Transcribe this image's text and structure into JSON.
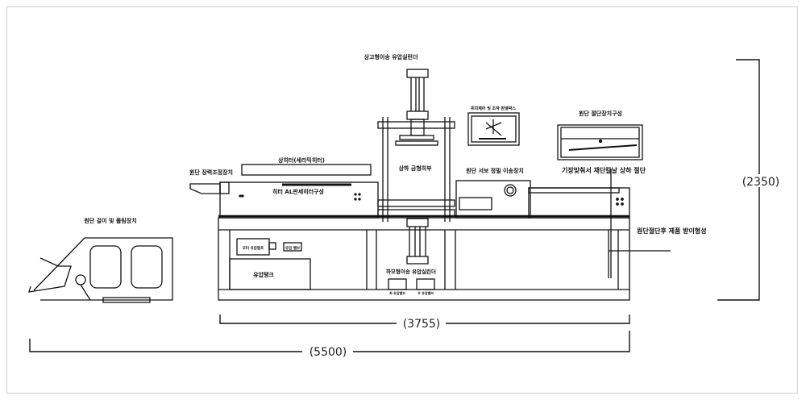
{
  "diagram": {
    "title": "Fabric cutting machine front elevation",
    "labels": {
      "upper_hydraulic_cylinder": "상고형이송 유압실린더",
      "servo_positioner_top": "위치제어 및 조작 판넬박스",
      "cutting_blade_assembly": "원단 절단장치구성",
      "blade_note": "기장맞춰서 재단칼날 상하 절단",
      "upper_heater": "상히터(세라믹히터)",
      "fabric_guide": "원단 장력조정장치",
      "heater_al": "히터 AL판세히터구성",
      "press_unit": "상하 금형히부",
      "servo_feed": "원단 서보 정밀 이송장치",
      "product_stack": "원단절단후 제품 받이형성",
      "unwinder": "원단 걸이 및 풀림장치",
      "hydraulic_motor": "모터 유압펌프",
      "hydraulic_valve": "유압 밸브",
      "hydraulic_tank": "유압탱크",
      "lower_hydraulic_cylinder": "하모형이송 유압실린더",
      "lower_valve_left": "좌 유압밸브",
      "lower_valve_right": "우 유압밸브"
    },
    "dimensions": {
      "height": "(2350)",
      "machine_width": "(3755)",
      "overall_width": "(5500)"
    }
  }
}
